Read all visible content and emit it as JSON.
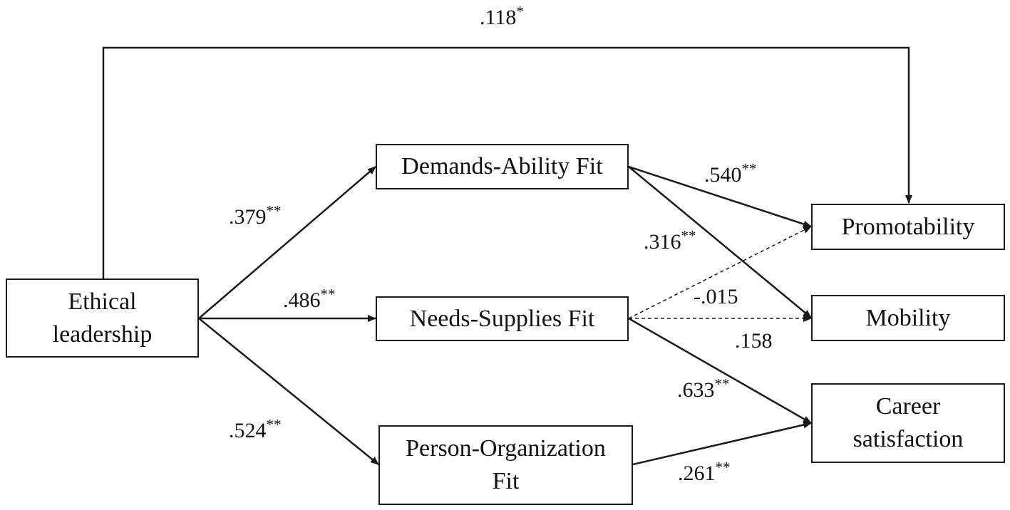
{
  "nodes": {
    "ethical": {
      "line1": "Ethical",
      "line2": "leadership"
    },
    "da_fit": {
      "label": "Demands-Ability Fit"
    },
    "ns_fit": {
      "label": "Needs-Supplies Fit"
    },
    "po_fit": {
      "line1": "Person-Organization",
      "line2": "Fit"
    },
    "promotability": {
      "label": "Promotability"
    },
    "mobility": {
      "label": "Mobility"
    },
    "career": {
      "line1": "Career",
      "line2": "satisfaction"
    }
  },
  "paths": {
    "el_promotability": {
      "value": ".118",
      "sig": "*",
      "style": "solid"
    },
    "el_da": {
      "value": ".379",
      "sig": "**",
      "style": "solid"
    },
    "el_ns": {
      "value": ".486",
      "sig": "**",
      "style": "solid"
    },
    "el_po": {
      "value": ".524",
      "sig": "**",
      "style": "solid"
    },
    "da_promotability": {
      "value": ".540",
      "sig": "**",
      "style": "solid"
    },
    "da_mobility": {
      "value": ".316",
      "sig": "**",
      "style": "solid"
    },
    "ns_promotability": {
      "value": "-.015",
      "sig": "",
      "style": "dashed"
    },
    "ns_mobility": {
      "value": ".158",
      "sig": "",
      "style": "dashed"
    },
    "ns_career": {
      "value": ".633",
      "sig": "**",
      "style": "solid"
    },
    "po_career": {
      "value": ".261",
      "sig": "**",
      "style": "solid"
    }
  },
  "colors": {
    "line": "#1a1a1a",
    "background": "#ffffff"
  }
}
